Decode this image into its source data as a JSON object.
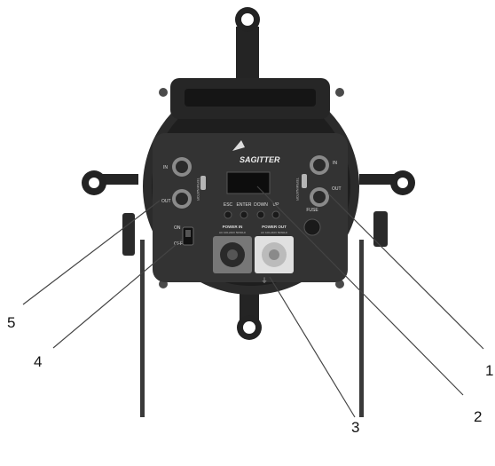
{
  "device": {
    "brand": "SAGITTER",
    "panel": {
      "dmx_in_label": "IN",
      "dmx_out_label": "OUT",
      "dmx_right_in_label": "IN",
      "dmx_right_out_label": "OUT",
      "buttons": [
        "ESC",
        "ENTER",
        "DOWN",
        "UP"
      ],
      "switch_on_label": "ON",
      "switch_off_label": "OFF",
      "power_in_label": "POWER IN",
      "power_in_spec": "AC 100-240V 50/60Hz",
      "power_out_label": "POWER OUT",
      "power_out_spec": "AC 100-240V 50/60Hz",
      "fuse_label": "FUSE",
      "terminator_label_left": "TERMINATOR",
      "terminator_label_right": "TERMINATOR"
    }
  },
  "callouts": [
    {
      "id": "1",
      "label": "1"
    },
    {
      "id": "2",
      "label": "2"
    },
    {
      "id": "3",
      "label": "3"
    },
    {
      "id": "4",
      "label": "4"
    },
    {
      "id": "5",
      "label": "5"
    }
  ],
  "colors": {
    "body": "#2b2b2b",
    "bezel": "#1c1c1c",
    "panel": "#333333",
    "metal": "#d9d9d9",
    "leader": "#444444"
  }
}
